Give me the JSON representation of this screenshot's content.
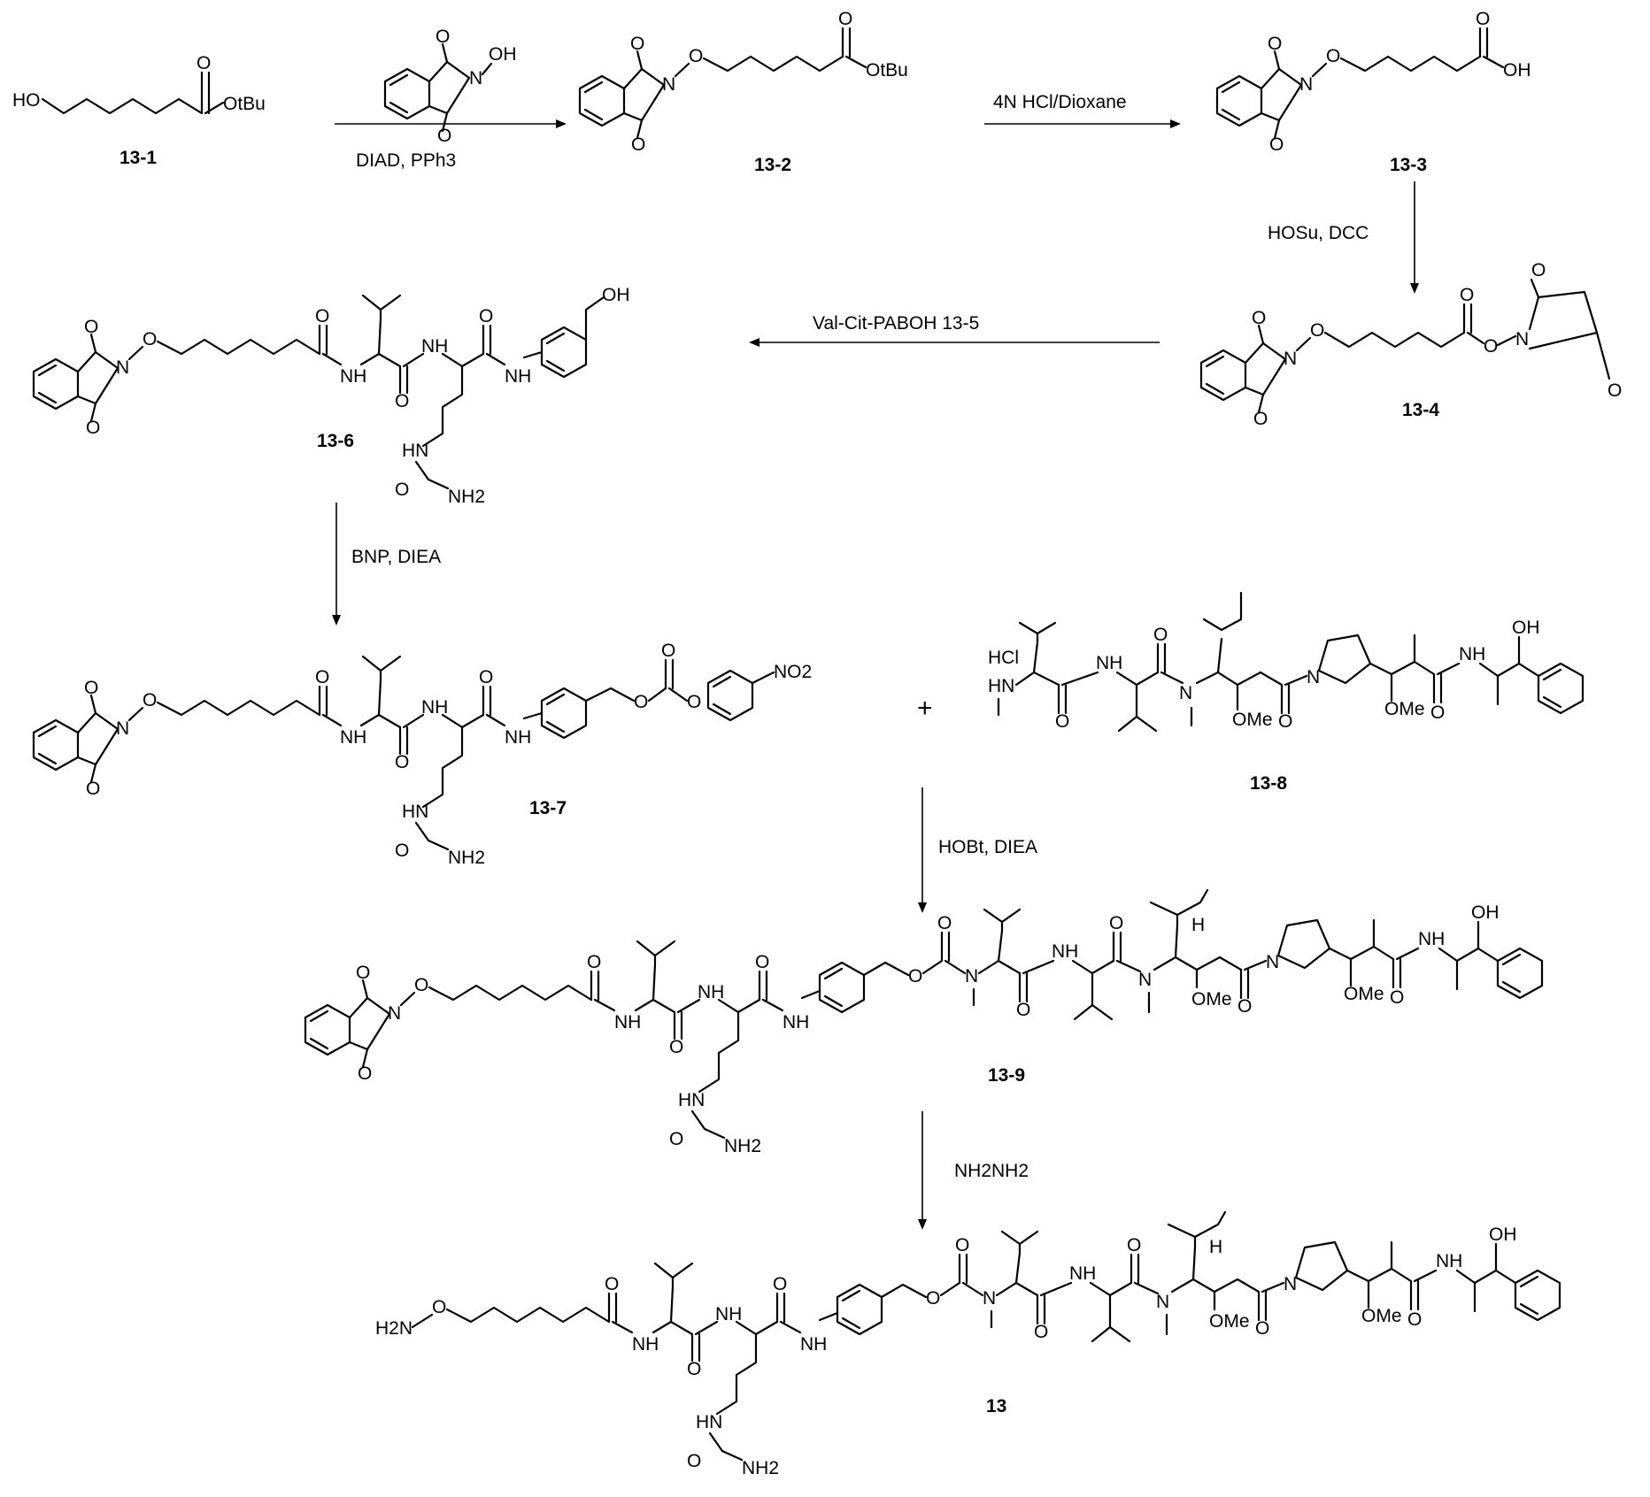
{
  "compounds": [
    {
      "id": "13-1"
    },
    {
      "id": "13-2"
    },
    {
      "id": "13-3"
    },
    {
      "id": "13-4"
    },
    {
      "id": "13-6"
    },
    {
      "id": "13-7"
    },
    {
      "id": "13-8"
    },
    {
      "id": "13-9"
    },
    {
      "id": "13"
    }
  ],
  "steps": [
    {
      "reagents": "DIAD, PPh3"
    },
    {
      "reagents": "4N HCl/Dioxane"
    },
    {
      "reagents": "HOSu, DCC"
    },
    {
      "reagents": "Val-Cit-PABOH   13-5"
    },
    {
      "reagents": "BNP, DIEA"
    },
    {
      "reagents": "HOBt, DIEA"
    },
    {
      "reagents": "NH2NH2"
    }
  ],
  "plus_sign": "+",
  "atoms": {
    "HO": "HO",
    "OtBu": "OtBu",
    "OH": "OH",
    "O": "O",
    "N": "N",
    "NH": "NH",
    "H": "H",
    "HN": "HN",
    "NH2": "NH2",
    "NO2": "NO2",
    "OMe": "OMe",
    "HCl": "HCl",
    "H2N": "H2N"
  }
}
